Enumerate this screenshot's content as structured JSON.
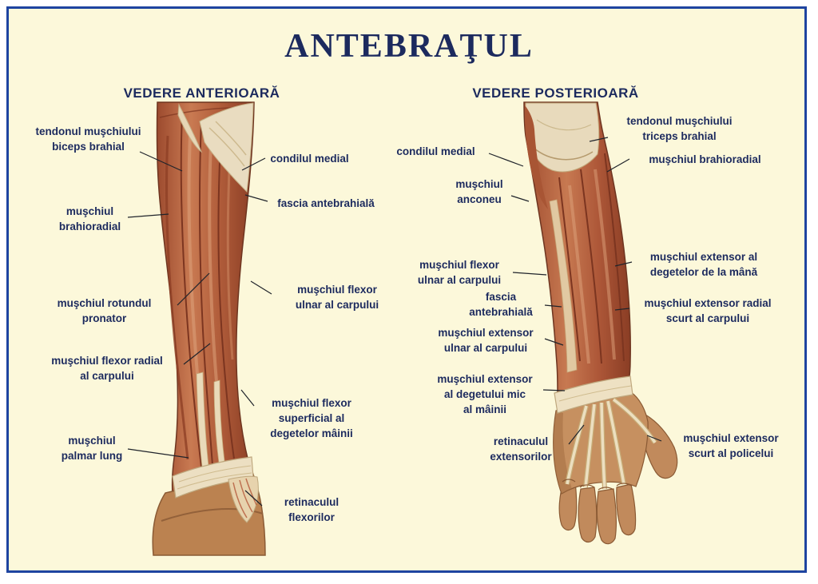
{
  "page": {
    "title": "ANTEBRAŢUL",
    "colors": {
      "background": "#fcf8da",
      "frame": "#1e44a0",
      "text": "#1c2a5e",
      "muscle": "#b05a3c",
      "tendon": "#e9dcc0",
      "skin": "#c18a5c"
    }
  },
  "anterior": {
    "heading": "VEDERE ANTERIOARĂ",
    "labels": [
      {
        "text": "tendonul muşchiului\nbiceps brahial"
      },
      {
        "text": "condilul medial"
      },
      {
        "text": "fascia antebrahială"
      },
      {
        "text": "muşchiul\nbrahioradial"
      },
      {
        "text": "muşchiul rotundul\npronator"
      },
      {
        "text": "muşchiul flexor\nulnar al carpului"
      },
      {
        "text": "muşchiul flexor radial\nal carpului"
      },
      {
        "text": "muşchiul flexor\nsuperficial al\ndegetelor mâinii"
      },
      {
        "text": "muşchiul\npalmar lung"
      },
      {
        "text": "retinaculul\nflexorilor"
      }
    ]
  },
  "posterior": {
    "heading": "VEDERE POSTERIOARĂ",
    "labels": [
      {
        "text": "condilul medial"
      },
      {
        "text": "tendonul muşchiului\ntriceps brahial"
      },
      {
        "text": "muşchiul brahioradial"
      },
      {
        "text": "muşchiul\nanconeu"
      },
      {
        "text": "muşchiul flexor\nulnar al carpului"
      },
      {
        "text": "muşchiul extensor al\ndegetelor de la mână"
      },
      {
        "text": "fascia\nantebrahială"
      },
      {
        "text": "muşchiul extensor radial\nscurt al carpului"
      },
      {
        "text": "muşchiul extensor\nulnar al carpului"
      },
      {
        "text": "muşchiul extensor\nal degetului mic\nal mâinii"
      },
      {
        "text": "retinaculul\nextensorilor"
      },
      {
        "text": "muşchiul extensor\nscurt al policelui"
      }
    ]
  }
}
